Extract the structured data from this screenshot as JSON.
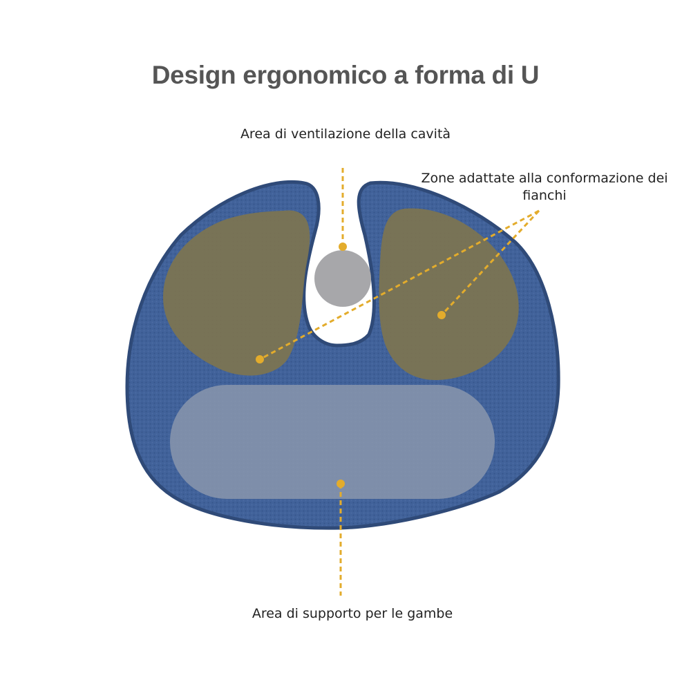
{
  "title": "Design ergonomico a forma di U",
  "labels": {
    "ventilation": "Area di ventilazione della cavità",
    "hips": "Zone adattate alla conformazione dei fianchi",
    "legs": "Area di supporto per le gambe"
  },
  "colors": {
    "cushion": "#3f5f93",
    "cushion_edge": "#2f4a78",
    "hip_zone": "#7d7450",
    "leg_zone": "#8a97ad",
    "hole": "#a7a7aa",
    "accent": "#e3ac2c",
    "title": "#555555"
  }
}
